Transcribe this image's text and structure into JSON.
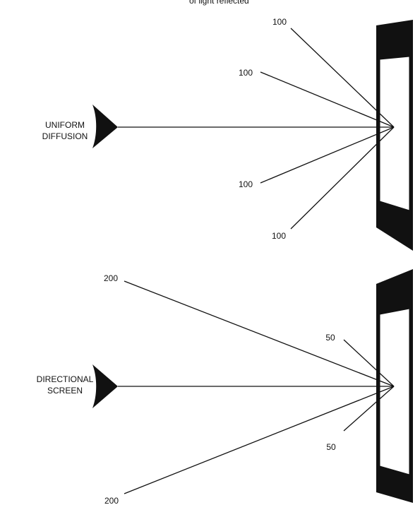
{
  "caption_fragment": "of light reflected",
  "panels": [
    {
      "id": "uniform",
      "label_lines": [
        "UNIFORM",
        "DIFFUSION"
      ],
      "ray_values": [
        "100",
        "100",
        "100",
        "100"
      ]
    },
    {
      "id": "directional",
      "label_lines": [
        "DIRECTIONAL",
        "SCREEN"
      ],
      "ray_values": [
        "200",
        "50",
        "50",
        "200"
      ]
    }
  ]
}
